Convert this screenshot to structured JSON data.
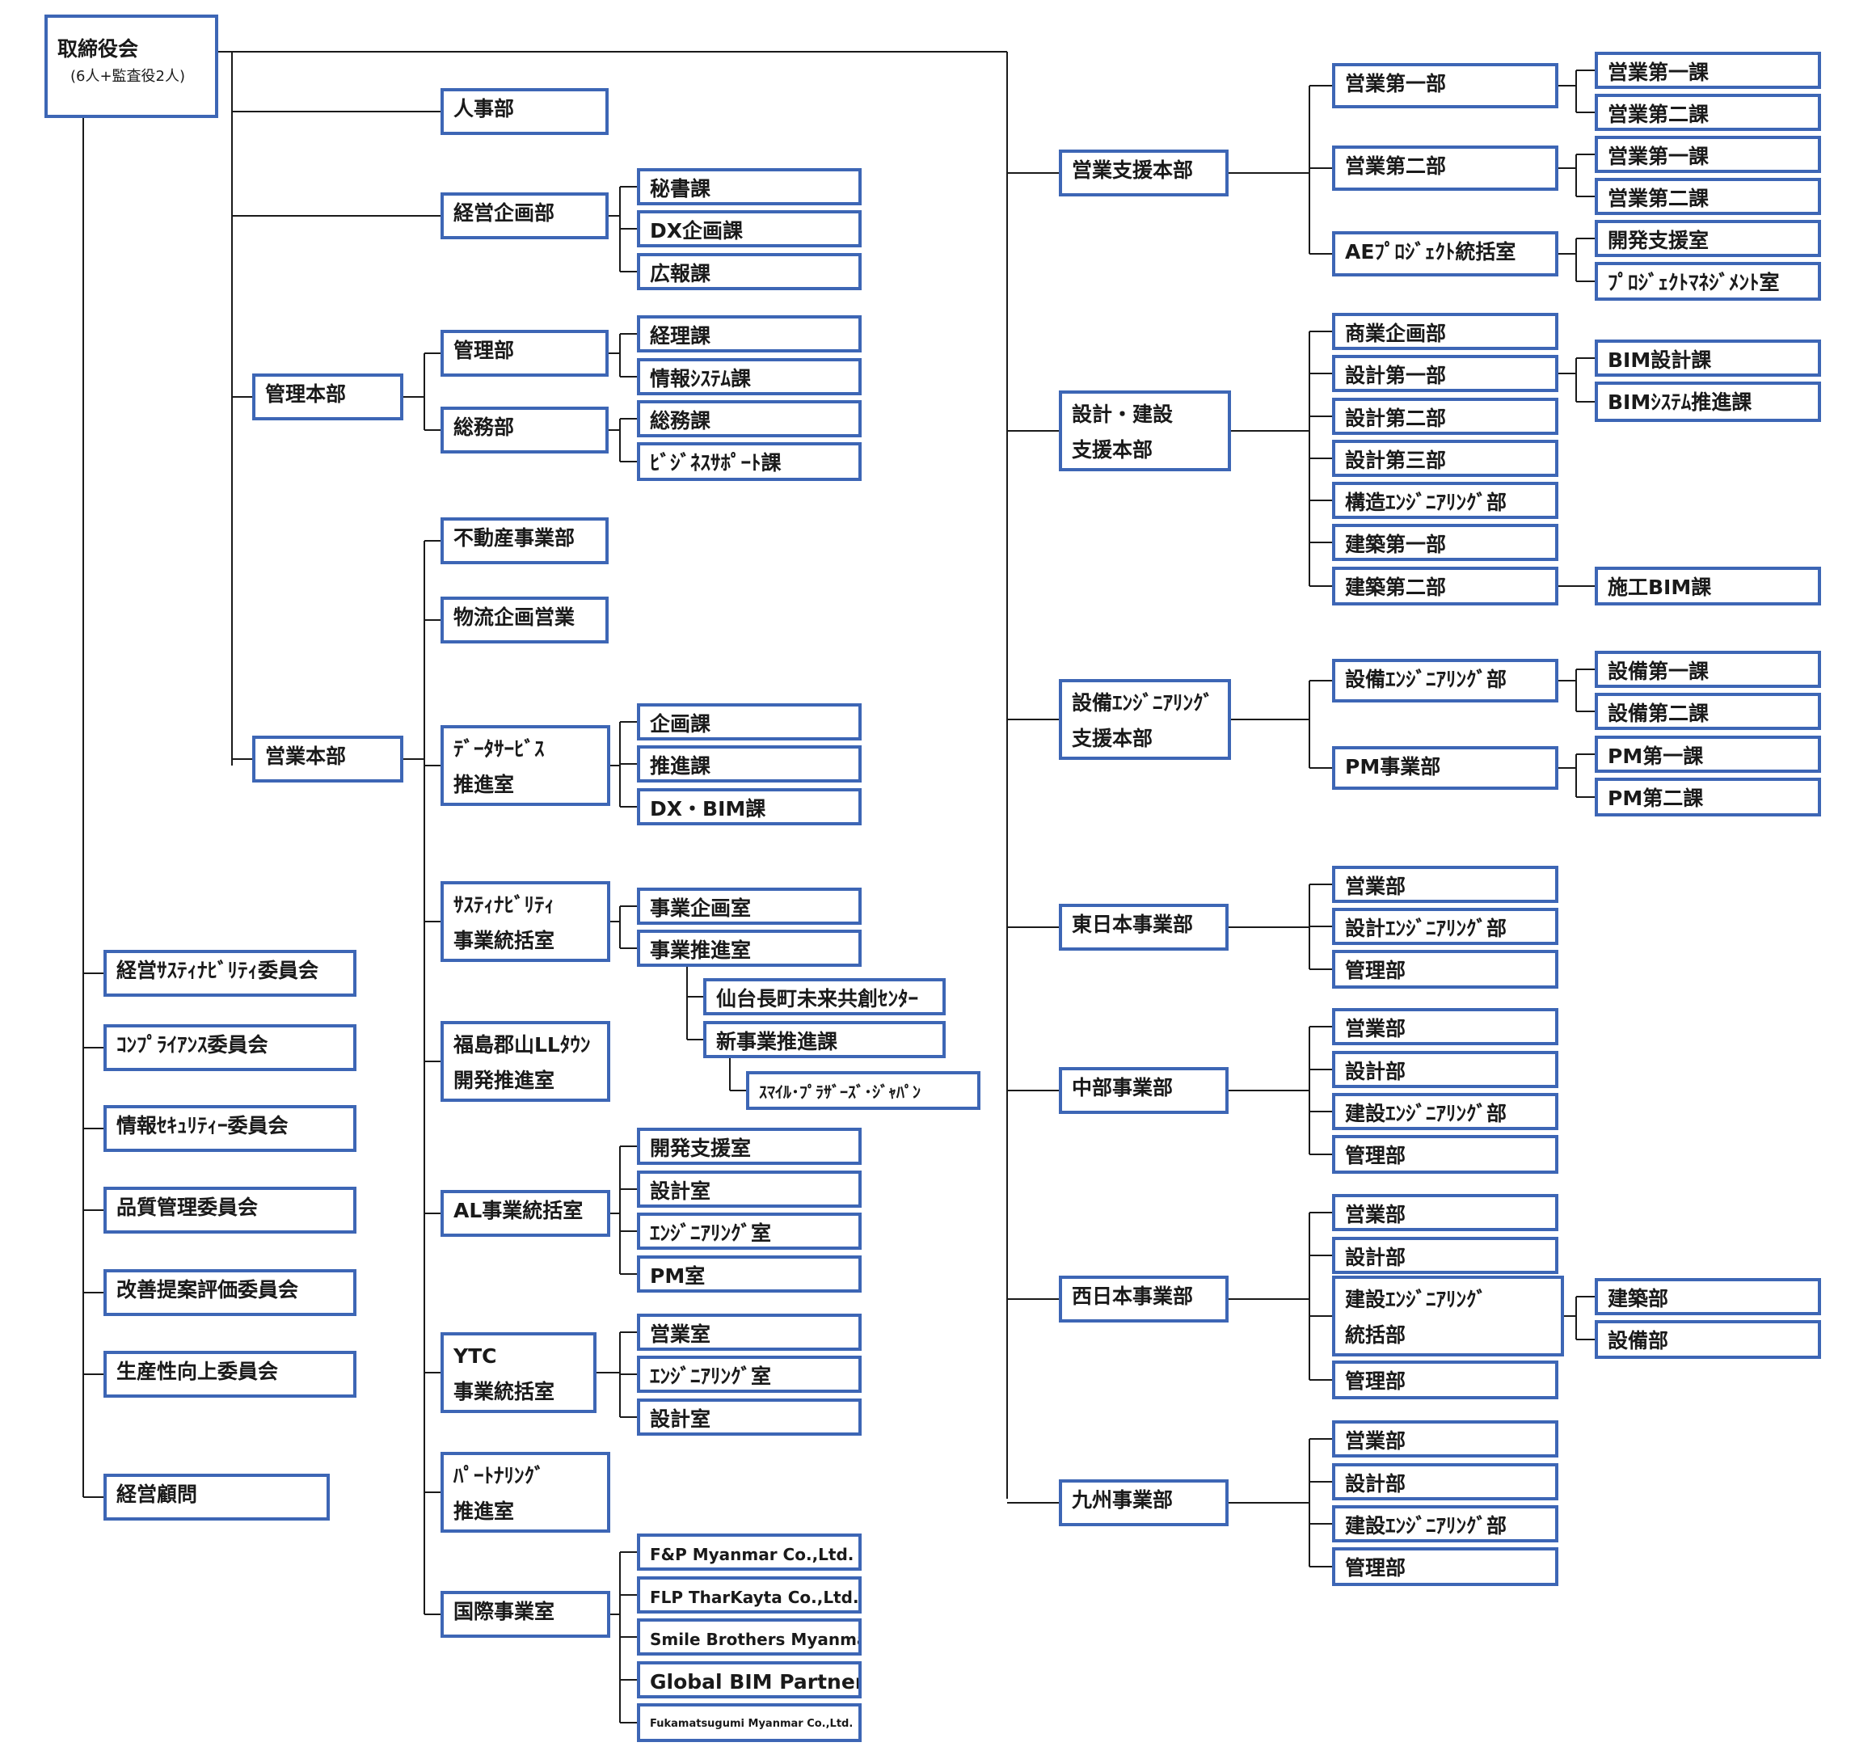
{
  "boxes": [
    {
      "id": "torishimariyaku",
      "text": "取締役会",
      "sub": "(6人+監査役2人)"
    },
    {
      "id": "jinji",
      "text": "人事部"
    },
    {
      "id": "keiei-kikaku",
      "text": "経営企画部"
    },
    {
      "id": "hisho",
      "text": "秘書課"
    },
    {
      "id": "dx-kikaku",
      "text": "DX企画課"
    },
    {
      "id": "koho",
      "text": "広報課"
    },
    {
      "id": "kanri-honbu",
      "text": "管理本部"
    },
    {
      "id": "kanribu",
      "text": "管理部"
    },
    {
      "id": "somubu",
      "text": "総務部"
    },
    {
      "id": "keiri",
      "text": "経理課"
    },
    {
      "id": "joho-system",
      "text": "情報ｼｽﾃﾑ課"
    },
    {
      "id": "somu-ka",
      "text": "総務課"
    },
    {
      "id": "business-support",
      "text": "ﾋﾞｼﾞﾈｽｻﾎﾟｰﾄ課"
    },
    {
      "id": "eigyo-honbu",
      "text": "営業本部"
    },
    {
      "id": "fudosan",
      "text": "不動産事業部"
    },
    {
      "id": "butsuryu",
      "text": "物流企画営業"
    },
    {
      "id": "data-service",
      "lines": [
        "ﾃﾞｰﾀｻｰﾋﾞｽ",
        "推進室"
      ]
    },
    {
      "id": "kikaku-ka",
      "text": "企画課"
    },
    {
      "id": "suishin-ka",
      "text": "推進課"
    },
    {
      "id": "dx-bim",
      "text": "DX・BIM課"
    },
    {
      "id": "sustainability",
      "lines": [
        "ｻｽﾃｨﾅﾋﾞﾘﾃｨ",
        "事業統括室"
      ]
    },
    {
      "id": "jigyo-kikaku",
      "text": "事業企画室"
    },
    {
      "id": "jigyo-suishin",
      "text": "事業推進室"
    },
    {
      "id": "sendai",
      "text": "仙台長町未来共創ｾﾝﾀｰ"
    },
    {
      "id": "shinjigyo",
      "text": "新事業推進課"
    },
    {
      "id": "smile-plazas",
      "text": "ｽﾏｲﾙ･ﾌﾟﾗｻﾞｰｽﾞ･ｼﾞｬﾊﾟﾝ"
    },
    {
      "id": "fukushima",
      "lines": [
        "福島郡山LLﾀｳﾝ",
        "開発推進室"
      ]
    },
    {
      "id": "al-jigyo",
      "text": "AL事業統括室"
    },
    {
      "id": "al-kaihatsu",
      "text": "開発支援室"
    },
    {
      "id": "al-sekkei",
      "text": "設計室"
    },
    {
      "id": "al-eng",
      "text": "ｴﾝｼﾞﾆｱﾘﾝｸﾞ室"
    },
    {
      "id": "al-pm",
      "text": "PM室"
    },
    {
      "id": "ytc",
      "lines": [
        "YTC",
        "事業統括室"
      ]
    },
    {
      "id": "ytc-eigyo",
      "text": "営業室"
    },
    {
      "id": "ytc-eng",
      "text": "ｴﾝｼﾞﾆｱﾘﾝｸﾞ室"
    },
    {
      "id": "ytc-sekkei",
      "text": "設計室"
    },
    {
      "id": "partnering",
      "lines": [
        "ﾊﾟｰﾄﾅﾘﾝｸﾞ",
        "推進室"
      ]
    },
    {
      "id": "kokusai",
      "text": "国際事業室"
    },
    {
      "id": "fp-myanmar",
      "text": "F&P Myanmar Co.,Ltd."
    },
    {
      "id": "flp-tharkayta",
      "text": "FLP TharKayta Co.,Ltd."
    },
    {
      "id": "smile-brothers",
      "text": "Smile Brothers Myanmar"
    },
    {
      "id": "global-bim",
      "text": "Global BIM Partners"
    },
    {
      "id": "fukamatsugumi",
      "text": "Fukamatsugumi Myanmar Co.,Ltd."
    },
    {
      "id": "c-sustain",
      "text": "経営ｻｽﾃｨﾅﾋﾞﾘﾃｨ委員会"
    },
    {
      "id": "c-compliance",
      "text": "ｺﾝﾌﾟﾗｲｱﾝｽ委員会"
    },
    {
      "id": "c-security",
      "text": "情報ｾｷｭﾘﾃｨｰ委員会"
    },
    {
      "id": "c-quality",
      "text": "品質管理委員会"
    },
    {
      "id": "c-kaizen",
      "text": "改善提案評価委員会"
    },
    {
      "id": "c-productivity",
      "text": "生産性向上委員会"
    },
    {
      "id": "c-advisor",
      "text": "経営顧問"
    },
    {
      "id": "eigyo-shien-honbu",
      "text": "営業支援本部"
    },
    {
      "id": "es-dai1bu",
      "text": "営業第一部"
    },
    {
      "id": "es-dai2bu",
      "text": "営業第二部"
    },
    {
      "id": "ae-project",
      "text": "AEﾌﾟﾛｼﾞｪｸﾄ統括室"
    },
    {
      "id": "es1-ka1",
      "text": "営業第一課"
    },
    {
      "id": "es1-ka2",
      "text": "営業第二課"
    },
    {
      "id": "es2-ka1",
      "text": "営業第一課"
    },
    {
      "id": "es2-ka2",
      "text": "営業第二課"
    },
    {
      "id": "ae-kaihatsu",
      "text": "開発支援室"
    },
    {
      "id": "ae-pm",
      "text": "ﾌﾟﾛｼﾞｪｸﾄﾏﾈｼﾞﾒﾝﾄ室"
    },
    {
      "id": "sekkei-kensetsu",
      "lines": [
        "設計・建設",
        "支援本部"
      ]
    },
    {
      "id": "shogyo-kikaku",
      "text": "商業企画部"
    },
    {
      "id": "sekkei1",
      "text": "設計第一部"
    },
    {
      "id": "sekkei2",
      "text": "設計第二部"
    },
    {
      "id": "sekkei3",
      "text": "設計第三部"
    },
    {
      "id": "kozo-eng",
      "text": "構造ｴﾝｼﾞﾆｱﾘﾝｸﾞ部"
    },
    {
      "id": "kenchiku1",
      "text": "建築第一部"
    },
    {
      "id": "kenchiku2",
      "text": "建築第二部"
    },
    {
      "id": "bim-sekkei",
      "text": "BIM設計課"
    },
    {
      "id": "bim-system",
      "text": "BIMｼｽﾃﾑ推進課"
    },
    {
      "id": "seko-bim",
      "text": "施工BIM課"
    },
    {
      "id": "setsubi-honbu",
      "lines": [
        "設備ｴﾝｼﾞﾆｱﾘﾝｸﾞ",
        "支援本部"
      ]
    },
    {
      "id": "setsubi-eng",
      "text": "設備ｴﾝｼﾞﾆｱﾘﾝｸﾞ部"
    },
    {
      "id": "pm-jigyo",
      "text": "PM事業部"
    },
    {
      "id": "setsubi-ka1",
      "text": "設備第一課"
    },
    {
      "id": "setsubi-ka2",
      "text": "設備第二課"
    },
    {
      "id": "pm-ka1",
      "text": "PM第一課"
    },
    {
      "id": "pm-ka2",
      "text": "PM第二課"
    },
    {
      "id": "higashi",
      "text": "東日本事業部"
    },
    {
      "id": "h-eigyo",
      "text": "営業部"
    },
    {
      "id": "h-sekkei-eng",
      "text": "設計ｴﾝｼﾞﾆｱﾘﾝｸﾞ部"
    },
    {
      "id": "h-kanri",
      "text": "管理部"
    },
    {
      "id": "chubu",
      "text": "中部事業部"
    },
    {
      "id": "c-eigyo",
      "text": "営業部"
    },
    {
      "id": "c-sekkei",
      "text": "設計部"
    },
    {
      "id": "c-kensetsu-eng",
      "text": "建設ｴﾝｼﾞﾆｱﾘﾝｸﾞ部"
    },
    {
      "id": "c-kanri",
      "text": "管理部"
    },
    {
      "id": "nishi",
      "text": "西日本事業部"
    },
    {
      "id": "n-eigyo",
      "text": "営業部"
    },
    {
      "id": "n-sekkei",
      "text": "設計部"
    },
    {
      "id": "n-kensetsu-eng",
      "lines": [
        "建設ｴﾝｼﾞﾆｱﾘﾝｸﾞ",
        "統括部"
      ]
    },
    {
      "id": "n-kanri",
      "text": "管理部"
    },
    {
      "id": "n-kenchiku",
      "text": "建築部"
    },
    {
      "id": "n-setsubi",
      "text": "設備部"
    },
    {
      "id": "kyushu",
      "text": "九州事業部"
    },
    {
      "id": "k-eigyo",
      "text": "営業部"
    },
    {
      "id": "k-sekkei",
      "text": "設計部"
    },
    {
      "id": "k-kensetsu-eng",
      "text": "建設ｴﾝｼﾞﾆｱﾘﾝｸﾞ部"
    },
    {
      "id": "k-kanri",
      "text": "管理部"
    }
  ],
  "colors": {
    "box_border": "#3d66b5",
    "line": "#1a1a1a"
  }
}
